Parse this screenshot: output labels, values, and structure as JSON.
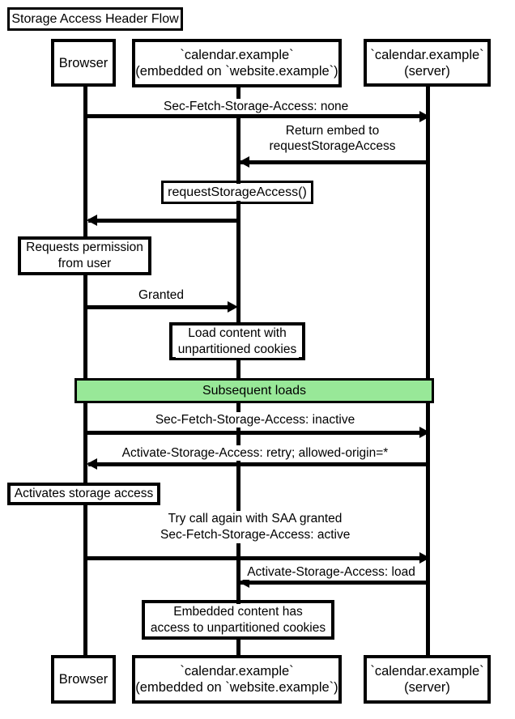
{
  "title": "Storage Access Header Flow",
  "actors": {
    "browser": {
      "label": "Browser"
    },
    "embed": {
      "line1": "`calendar.example`",
      "line2": "(embedded on `website.example`)"
    },
    "server": {
      "line1": "`calendar.example`",
      "line2": "(server)"
    }
  },
  "messages": {
    "fetch_none": {
      "text": "Sec-Fetch-Storage-Access: none"
    },
    "return_embed": {
      "line1": "Return embed to",
      "line2": "requestStorageAccess"
    },
    "request_call": {
      "text": "requestStorageAccess()"
    },
    "granted": {
      "text": "Granted"
    },
    "fetch_inactive": {
      "text": "Sec-Fetch-Storage-Access: inactive"
    },
    "activate_retry": {
      "text": "Activate-Storage-Access: retry; allowed-origin=*"
    },
    "try_again": {
      "line1": "Try call again with SAA granted",
      "line2": "Sec-Fetch-Storage-Access: active"
    },
    "activate_load": {
      "text": "Activate-Storage-Access: load"
    }
  },
  "notes": {
    "requests_permission": {
      "line1": "Requests permission",
      "line2": "from user"
    },
    "load_content": {
      "line1": "Load content with",
      "line2": "unpartitioned cookies"
    },
    "activates_storage": {
      "text": "Activates storage access"
    },
    "embedded_content": {
      "line1": "Embedded content has",
      "line2": "access to unpartitioned cookies"
    }
  },
  "divider": {
    "label": "Subsequent loads",
    "fill": "#98e898"
  },
  "colors": {
    "stroke": "#000000",
    "background": "#ffffff"
  }
}
